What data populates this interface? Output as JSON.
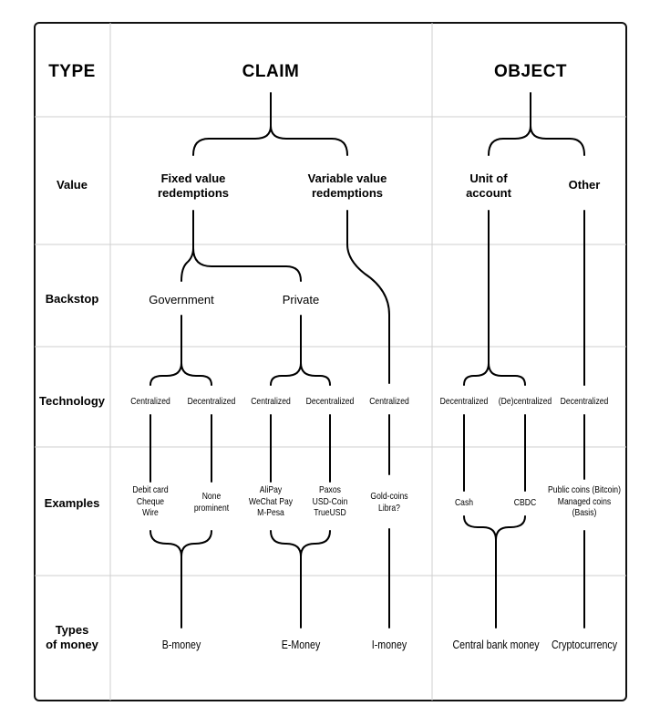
{
  "headers": {
    "type": "TYPE",
    "claim": "CLAIM",
    "object": "OBJECT"
  },
  "rows": {
    "value": "Value",
    "backstop": "Backstop",
    "technology": "Technology",
    "examples": "Examples",
    "types_line1": "Types",
    "types_line2": "of money"
  },
  "value": {
    "fixed_line1": "Fixed value",
    "fixed_line2": "redemptions",
    "variable_line1": "Variable value",
    "variable_line2": "redemptions",
    "unit_line1": "Unit of",
    "unit_line2": "account",
    "other": "Other"
  },
  "backstop": {
    "government": "Government",
    "private": "Private"
  },
  "technology": {
    "t1": "Centralized",
    "t2": "Decentralized",
    "t3": "Centralized",
    "t4": "Decentralized",
    "t5": "Centralized",
    "t6": "Decentralized",
    "t7": "(De)centralized",
    "t8": "Decentralized"
  },
  "examples": {
    "e1": [
      "Debit card",
      "Cheque",
      "Wire"
    ],
    "e2": [
      "None",
      "prominent"
    ],
    "e3": [
      "AliPay",
      "WeChat Pay",
      "M-Pesa"
    ],
    "e4": [
      "Paxos",
      "USD-Coin",
      "TrueUSD"
    ],
    "e5": [
      "Gold-coins",
      "Libra?"
    ],
    "e6": "Cash",
    "e7": "CBDC",
    "e8": [
      "Public coins (Bitcoin)",
      "Managed coins",
      "(Basis)"
    ]
  },
  "money": {
    "b": "B-money",
    "e": "E-Money",
    "i": "I-money",
    "cb": "Central bank money",
    "crypto": "Cryptocurrency"
  }
}
